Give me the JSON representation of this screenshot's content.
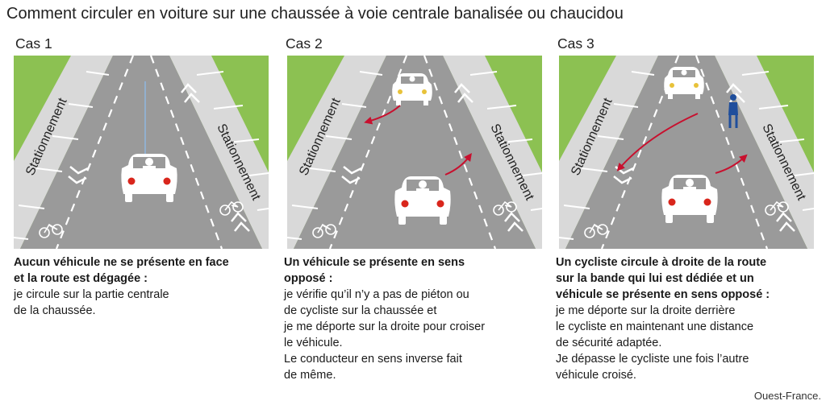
{
  "title": "Comment circuler en voiture sur une chaussée à voie centrale banalisée ou chaucidou",
  "parking_label": "Stationnement",
  "colors": {
    "grass": "#8cc152",
    "parking": "#d9d9d9",
    "road": "#9a9a9a",
    "brake_light": "#d9261c",
    "arrow": "#c8102e",
    "cyclist": "#1f4e9c",
    "path": "#8fb8e0"
  },
  "cases": [
    {
      "label": "Cas 1",
      "heading": [
        "Aucun véhicule ne se présente en face",
        "et la route est dégagée :"
      ],
      "body": [
        "je circule sur la partie centrale",
        "de la chaussée."
      ]
    },
    {
      "label": "Cas 2",
      "heading": [
        "Un véhicule se présente en sens",
        "opposé :"
      ],
      "body": [
        "je vérifie qu’il n’y a pas de piéton ou",
        "de cycliste sur la chaussée et",
        "je me déporte sur la droite pour croiser",
        "le véhicule.",
        "Le conducteur en sens inverse fait",
        "de même."
      ]
    },
    {
      "label": "Cas 3",
      "heading": [
        "Un cycliste circule à droite de la route",
        "sur la bande qui lui est dédiée et un",
        "véhicule se présente en sens opposé :"
      ],
      "body": [
        "je me déporte sur la droite derrière",
        "le cycliste en maintenant une distance",
        "de sécurité adaptée.",
        "Je dépasse le cycliste une fois l’autre",
        "véhicule croisé."
      ]
    }
  ],
  "credit": "Ouest-France."
}
